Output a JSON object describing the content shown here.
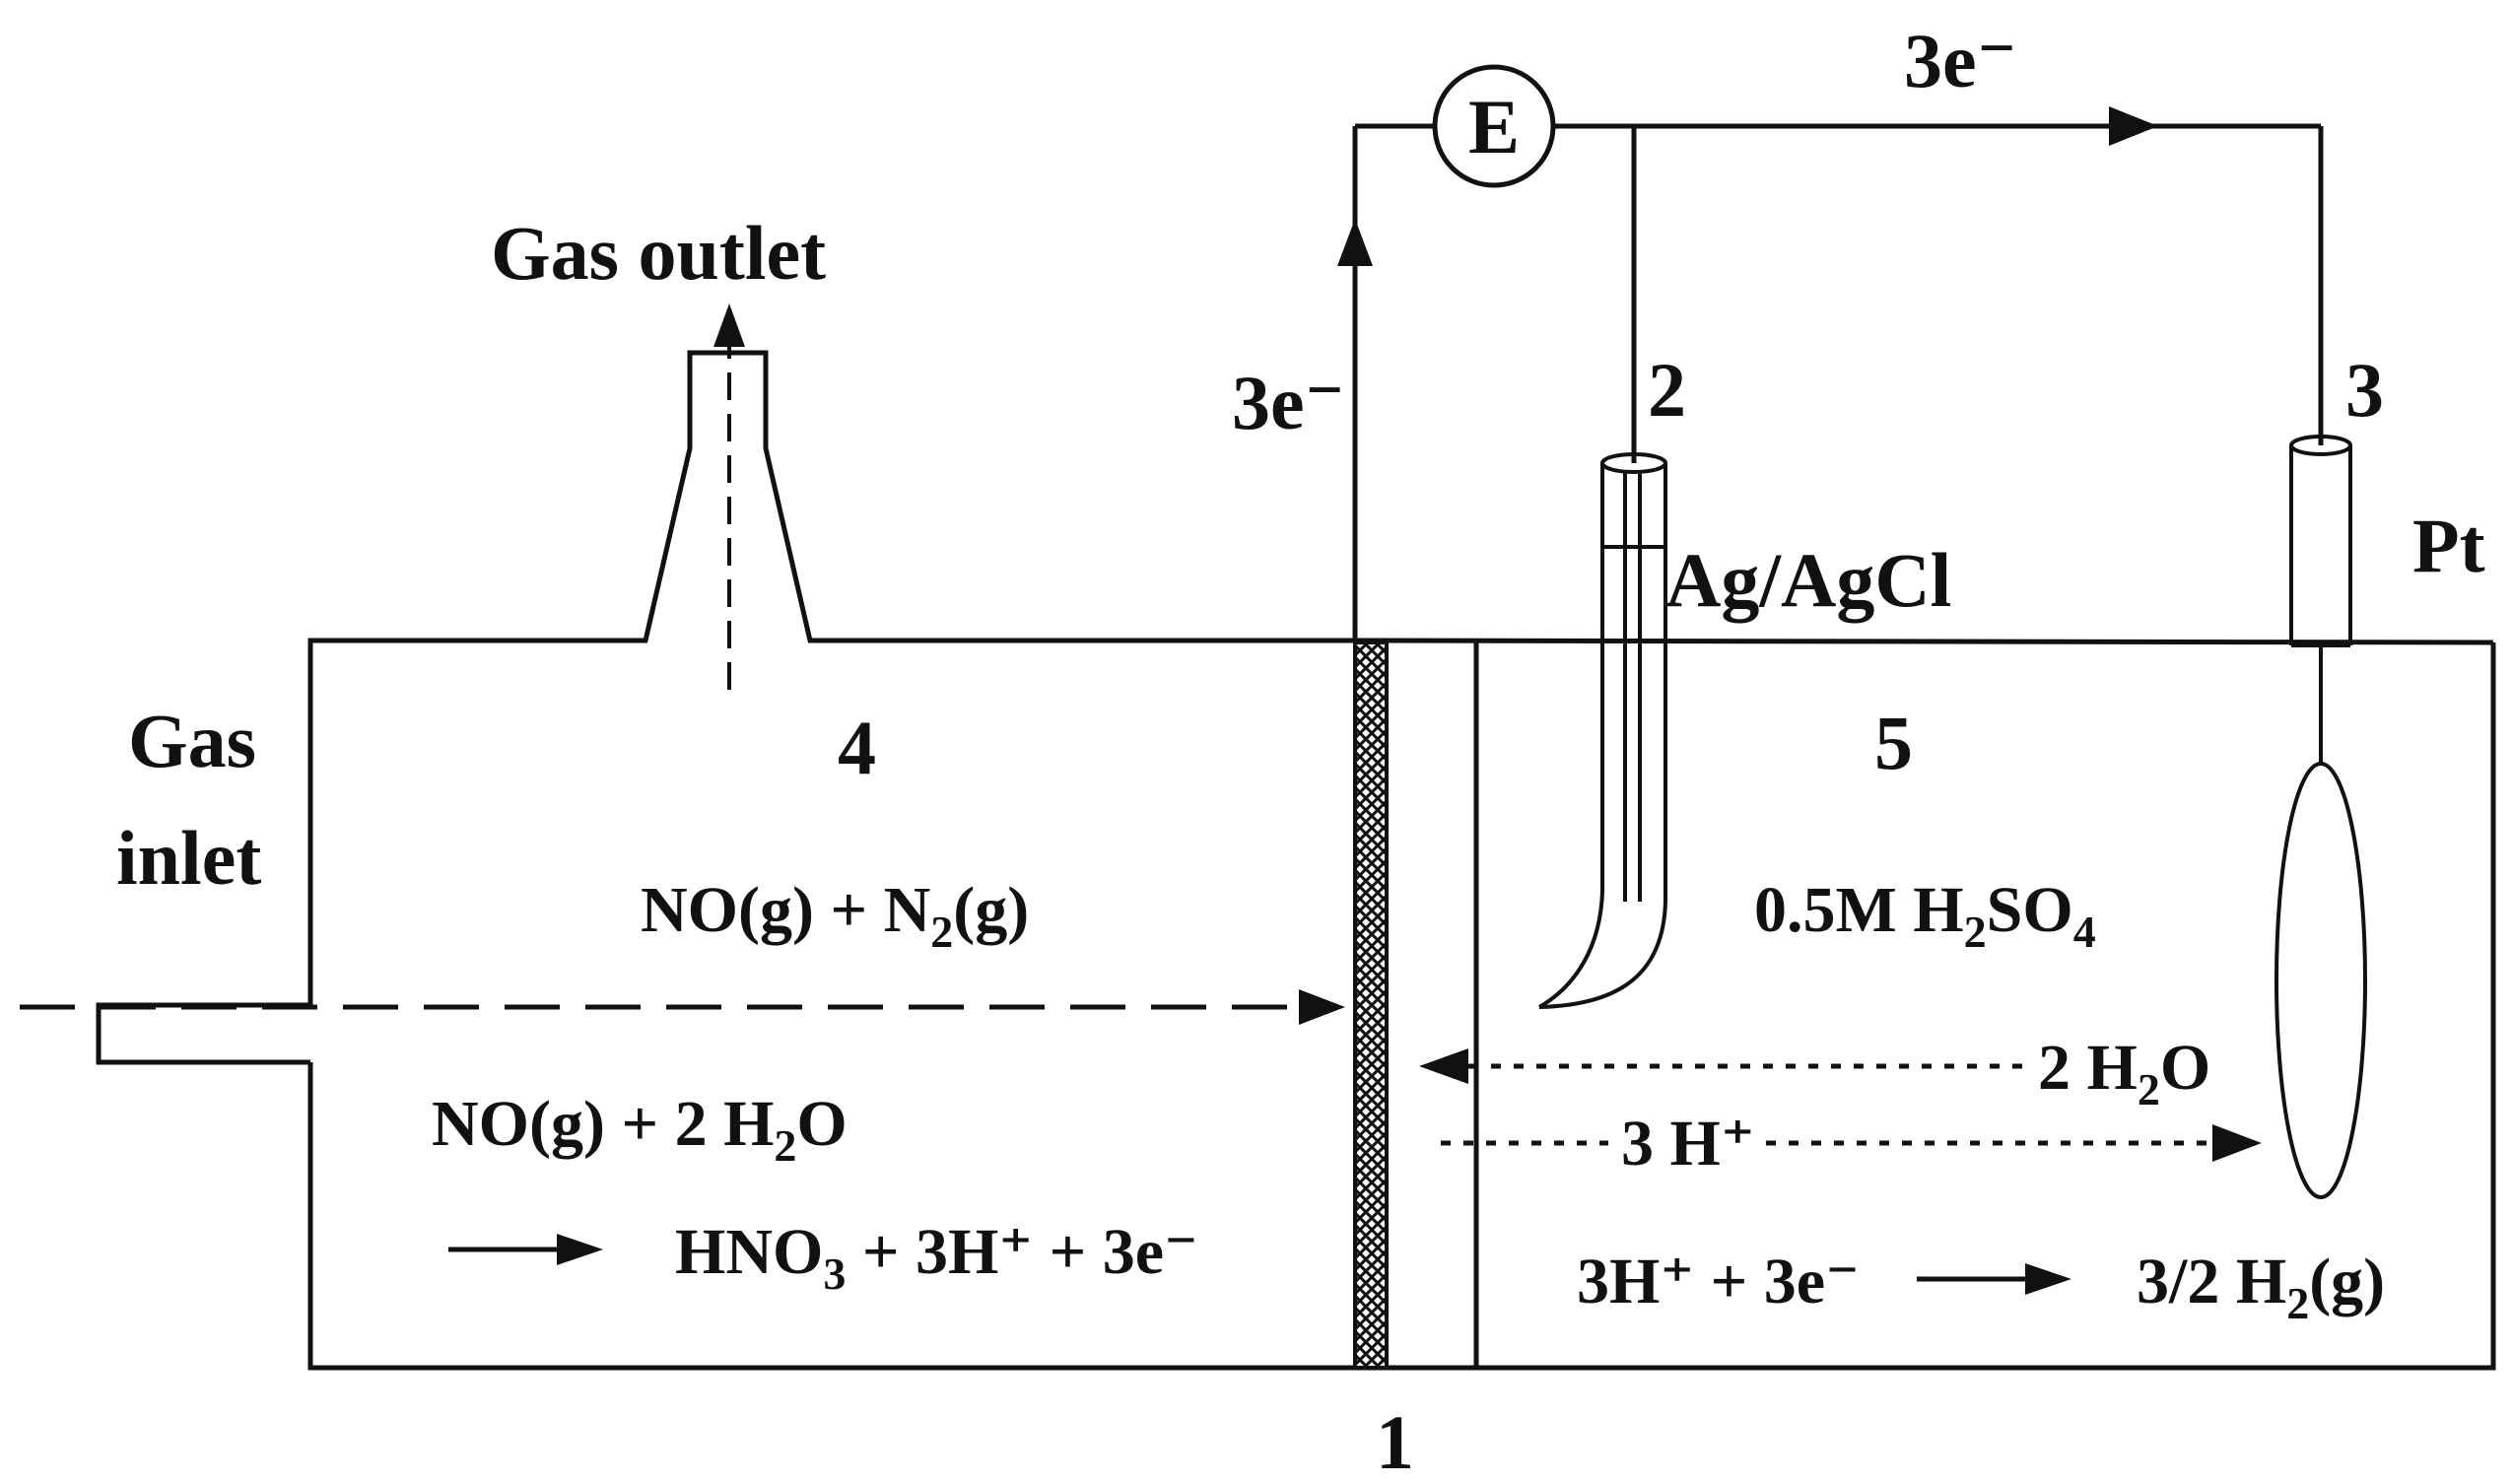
{
  "labels": {
    "gas_outlet": "Gas outlet",
    "gas_inlet_line1": "Gas",
    "gas_inlet_line2": "inlet",
    "anode_chamber_number": "4",
    "cathode_chamber_number": "5",
    "membrane_number": "1",
    "reference_electrode_number": "2",
    "counter_electrode_number": "3",
    "reference_electrode_name": "Ag/AgCl",
    "counter_electrode_name": "Pt",
    "potentiostat_symbol": "E",
    "electron_flow_top": "3e⁻",
    "electron_flow_left": "3e⁻"
  },
  "anode_chamber": {
    "feed_gas": {
      "p1": "NO(g) + N",
      "s1": "2",
      "p2": "(g)"
    },
    "reaction_line1": {
      "p1": "NO(g) + 2 H",
      "s1": "2",
      "p2": "O"
    },
    "reaction_line2": {
      "p1": "HNO",
      "s1": "3",
      "p2": " + 3H⁺ + 3e⁻"
    }
  },
  "cathode_chamber": {
    "electrolyte": {
      "p1": "0.5M H",
      "s1": "2",
      "p2": "SO",
      "s2": "4"
    },
    "water_flux": {
      "p1": "2 H",
      "s1": "2",
      "p2": "O"
    },
    "proton_flux": "3 H⁺",
    "reaction_reactants": "3H⁺ + 3e⁻",
    "reaction_product": {
      "p1": "3/2 H",
      "s1": "2",
      "p2": "(g)"
    }
  }
}
